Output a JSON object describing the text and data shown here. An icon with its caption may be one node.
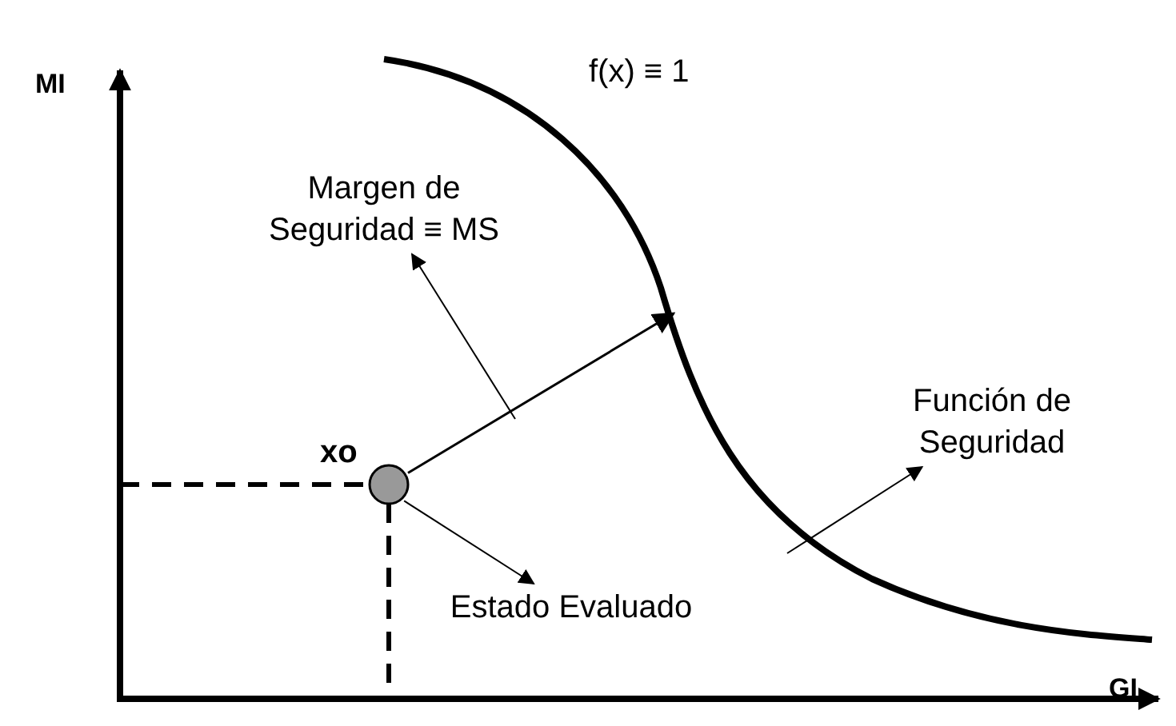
{
  "diagram": {
    "nodes": [
      {
        "text": [],
        "shape": "circle",
        "beside": [
          "xo"
        ]
      },
      {
        "text": [
          "Margen de Seguridad ≡ MS"
        ]
      },
      {
        "text": [
          "Función de Seguridad"
        ]
      },
      {
        "text": [
          "Estado Evaluado"
        ]
      }
    ],
    "edges": [
      {
        "from": 0,
        "to": null,
        "arrow": "to"
      },
      {
        "from": null,
        "to": 1,
        "arrow": "to"
      },
      {
        "from": null,
        "to": 2,
        "arrow": "to"
      },
      {
        "from": 0,
        "to": 3,
        "arrow": "to"
      }
    ],
    "labels": [
      "MI",
      "f(x) ≡ 1",
      "GI"
    ]
  }
}
